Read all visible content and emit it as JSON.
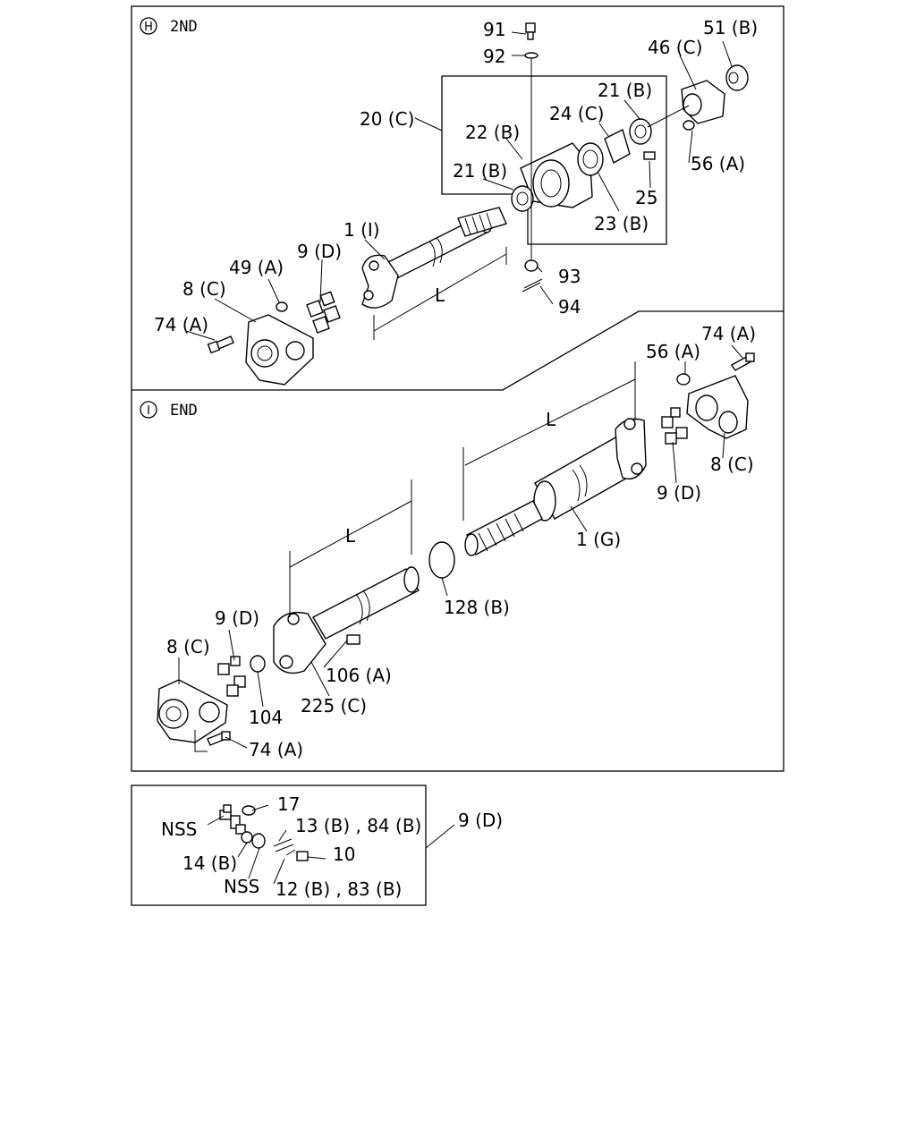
{
  "sections": {
    "upper": {
      "marker": "H",
      "title": "2ND"
    },
    "lower": {
      "marker": "I",
      "title": "END"
    }
  },
  "labels": {
    "p91": "91",
    "p92": "92",
    "p51b": "51 (B)",
    "p46c": "46 (C)",
    "p21b_top": "21 (B)",
    "p20c": "20 (C)",
    "p24c": "24 (C)",
    "p22b": "22 (B)",
    "p56a_top": "56 (A)",
    "p21b_mid": "21 (B)",
    "p25": "25",
    "p23b": "23 (B)",
    "p1i": "1 (I)",
    "p9d_top": "9 (D)",
    "p49a": "49 (A)",
    "p8c_top": "8 (C)",
    "p93": "93",
    "p94": "94",
    "p74a_top": "74 (A)",
    "p_l_top": "L",
    "p74a_right": "74 (A)",
    "p56a_right": "56 (A)",
    "p8c_right": "8 (C)",
    "p9d_right": "9 (D)",
    "p1g": "1 (G)",
    "p_l_mid": "L",
    "p_l_low": "L",
    "p128b": "128 (B)",
    "p9d_low": "9 (D)",
    "p8c_low": "8 (C)",
    "p106a": "106 (A)",
    "p104": "104",
    "p225c": "225 (C)",
    "p74a_low": "74 (A)",
    "p17": "17",
    "p_nss_1": "NSS",
    "p13b84b": "13 (B) , 84 (B)",
    "p10": "10",
    "p14b": "14 (B)",
    "p_nss_2": "NSS",
    "p12b83b": "12 (B) , 83 (B)",
    "p9d_box": "9 (D)"
  }
}
